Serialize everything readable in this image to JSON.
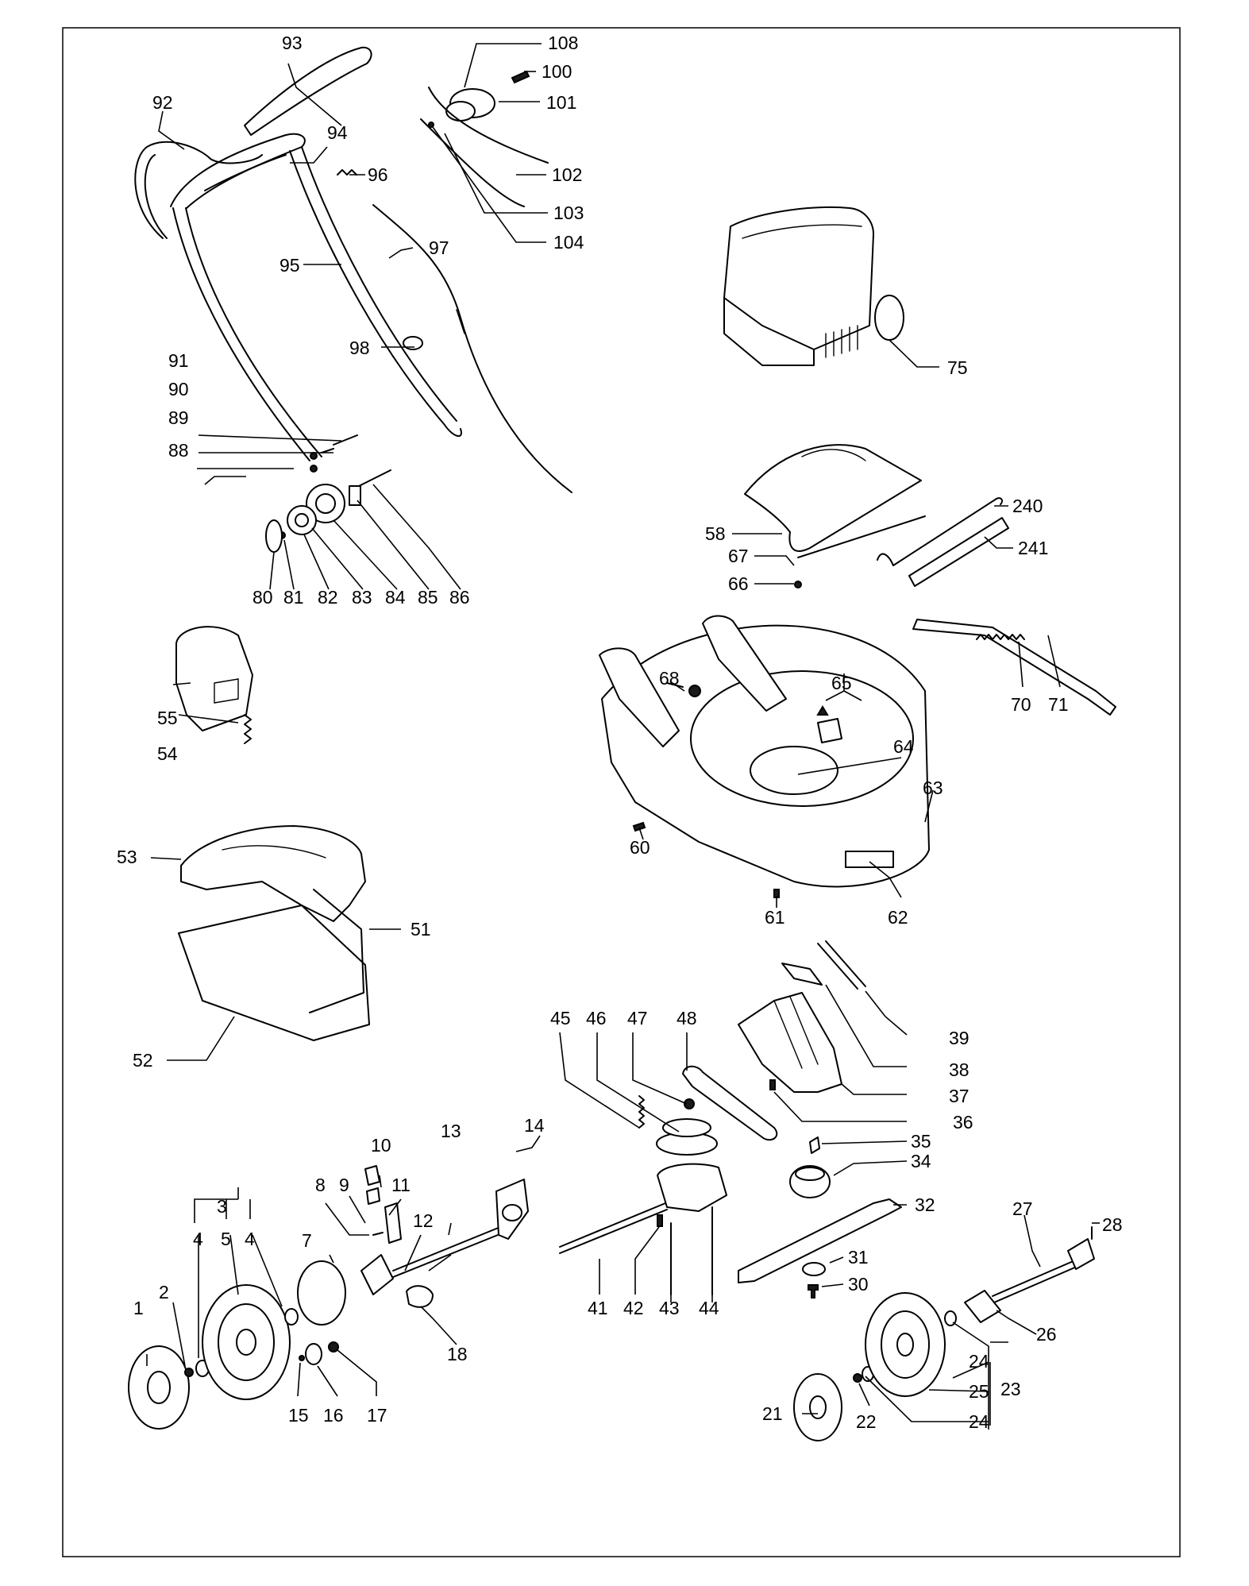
{
  "labels": {
    "p1": "1",
    "p2": "2",
    "p3": "3",
    "p4a": "4",
    "p5": "5",
    "p4b": "4",
    "p7": "7",
    "p8": "8",
    "p9": "9",
    "p10": "10",
    "p11": "11",
    "p12": "12",
    "p13": "13",
    "p14": "14",
    "p15": "15",
    "p16": "16",
    "p17": "17",
    "p18": "18",
    "p21": "21",
    "p22": "22",
    "p23": "23",
    "p24a": "24",
    "p24b": "24",
    "p25": "25",
    "p26": "26",
    "p27": "27",
    "p28": "28",
    "p30": "30",
    "p31": "31",
    "p32": "32",
    "p34": "34",
    "p35": "35",
    "p36": "36",
    "p37": "37",
    "p38": "38",
    "p39": "39",
    "p41": "41",
    "p42": "42",
    "p43": "43",
    "p44": "44",
    "p45": "45",
    "p46": "46",
    "p47": "47",
    "p48": "48",
    "p51": "51",
    "p52": "52",
    "p53": "53",
    "p54": "54",
    "p55": "55",
    "p58": "58",
    "p60": "60",
    "p61": "61",
    "p62": "62",
    "p63": "63",
    "p64": "64",
    "p65": "65",
    "p66": "66",
    "p67": "67",
    "p68": "68",
    "p70": "70",
    "p71": "71",
    "p75": "75",
    "p80": "80",
    "p81": "81",
    "p82": "82",
    "p83": "83",
    "p84": "84",
    "p85": "85",
    "p86": "86",
    "p88": "88",
    "p89": "89",
    "p90": "90",
    "p91": "91",
    "p92": "92",
    "p93": "93",
    "p94": "94",
    "p95": "95",
    "p96": "96",
    "p97": "97",
    "p98": "98",
    "p100": "100",
    "p101": "101",
    "p102": "102",
    "p103": "103",
    "p104": "104",
    "p108": "108",
    "p240": "240",
    "p241": "241"
  }
}
